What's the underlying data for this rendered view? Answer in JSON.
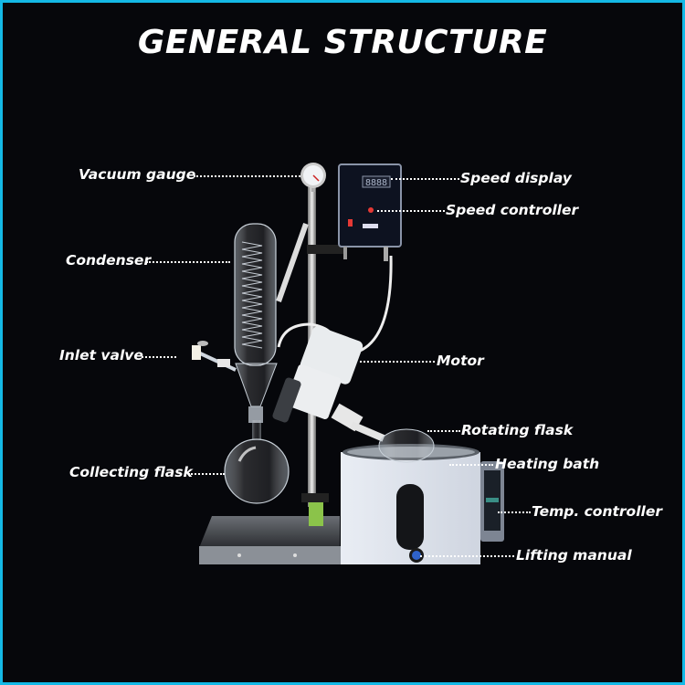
{
  "title": "GENERAL STRUCTURE",
  "colors": {
    "border": "#14b9e6",
    "background": "#06070b",
    "label": "#ffffff"
  },
  "labels": {
    "vacuum_gauge": "Vacuum gauge",
    "condenser": "Condenser",
    "inlet_valve": "Inlet valve",
    "collecting_flask": "Collecting flask",
    "speed_display": "Speed display",
    "speed_controller": "Speed controller",
    "motor": "Motor",
    "rotating_flask": "Rotating flask",
    "heating_bath": "Heating bath",
    "temp_controller": "Temp. controller",
    "lifting_manual": "Lifting manual"
  },
  "device": {
    "speed_display_value": "8888"
  }
}
